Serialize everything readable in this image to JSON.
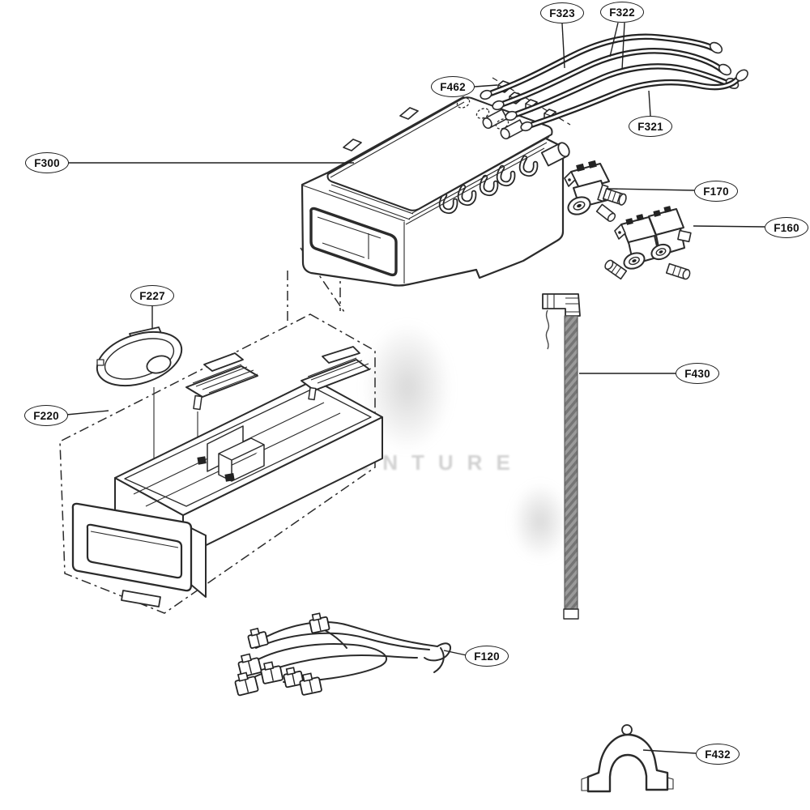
{
  "diagram_type": "exploded-parts-diagram",
  "watermark": "ADVENTURE",
  "colors": {
    "line": "#2b2b2b",
    "background": "#ffffff",
    "corrugated_hose_fill": "#9a9a9a"
  },
  "labels": {
    "f323": "F323",
    "f322": "F322",
    "f462": "F462",
    "f321": "F321",
    "f300": "F300",
    "f170": "F170",
    "f160": "F160",
    "f227": "F227",
    "f220": "F220",
    "f430": "F430",
    "f120": "F120",
    "f432": "F432"
  }
}
